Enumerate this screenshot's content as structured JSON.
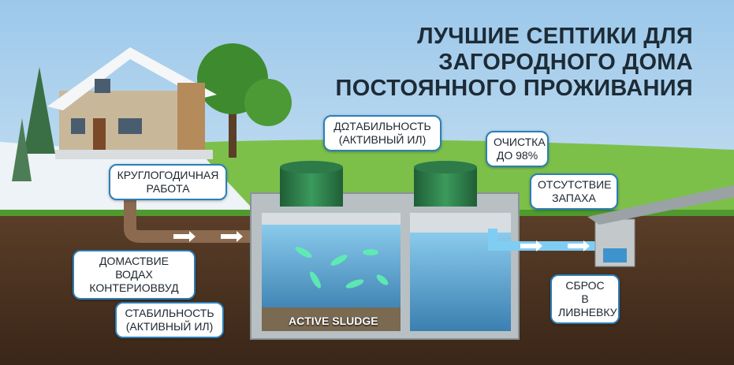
{
  "title": {
    "line1": "ЛУЧШИЕ СЕПТИКИ ДЛЯ",
    "line2": "ЗАГОРОДНОГО ДОМА",
    "line3": "ПОСТОЯННОГО ПРОЖИВАНИЯ"
  },
  "callouts": {
    "year_round": {
      "line1": "КРУГЛОГОДИЧНАЯ",
      "line2": "РАБОТА"
    },
    "domestic_water": {
      "line1": "ДОМАСТВИЕ ВОДАХ",
      "line2": "КОНТЕРИОВВУД"
    },
    "stability": {
      "line1": "СТАБИЛЬНОСТЬ",
      "line2": "(АКТИВНЫЙ ИЛ)"
    },
    "stability_top": {
      "line1": "ДΩТАБИЛЬНОСТЬ",
      "line2": "(АКТИВНЫЙ ИЛ)"
    },
    "cleaning": {
      "line1": "ОЧИСТКА",
      "line2": "ДО 98%"
    },
    "no_smell": {
      "line1": "ОТСУТСТВИЕ",
      "line2": "ЗАПАХА"
    },
    "discharge": {
      "line1": "СБРОС",
      "line2": "В ЛИВНЕВКУ"
    }
  },
  "sludge_label": "ACTIVE SLUDGE",
  "colors": {
    "border": "#2b7fb8",
    "soil": "#4a3424",
    "grass": "#5aa83a",
    "water": "#4aa8dc",
    "tank_green": "#2f7d4a"
  }
}
